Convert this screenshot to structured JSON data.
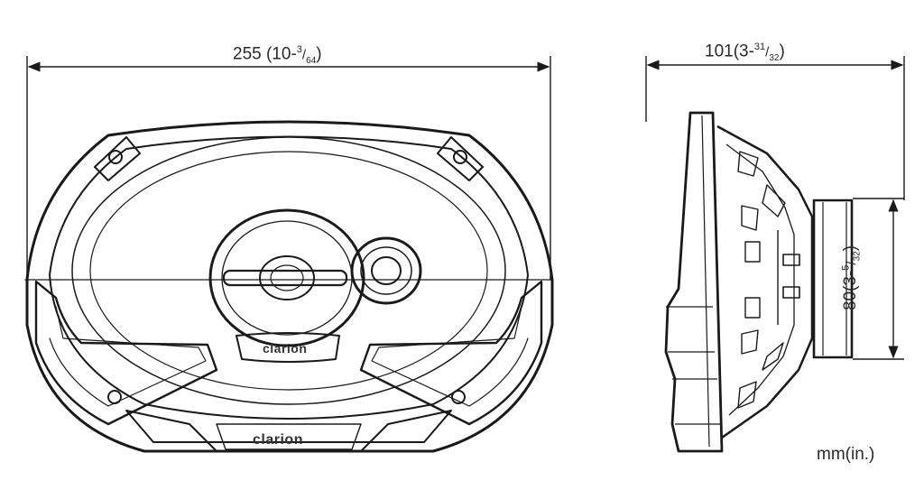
{
  "dimensions": {
    "front_width": {
      "main": "255 (10-",
      "num": "3",
      "den": "64",
      "close": ")"
    },
    "side_depth": {
      "main": "101(3-",
      "num": "31",
      "den": "32",
      "close": ")"
    },
    "magnet_height": {
      "main": "80(3-",
      "num": "5",
      "den": "32",
      "close": ")"
    }
  },
  "unit": "mm(in.)",
  "brand_logos": {
    "center": "clarion",
    "bottom": "clarion"
  },
  "colors": {
    "line": "#1a1a1a",
    "background": "#ffffff"
  }
}
